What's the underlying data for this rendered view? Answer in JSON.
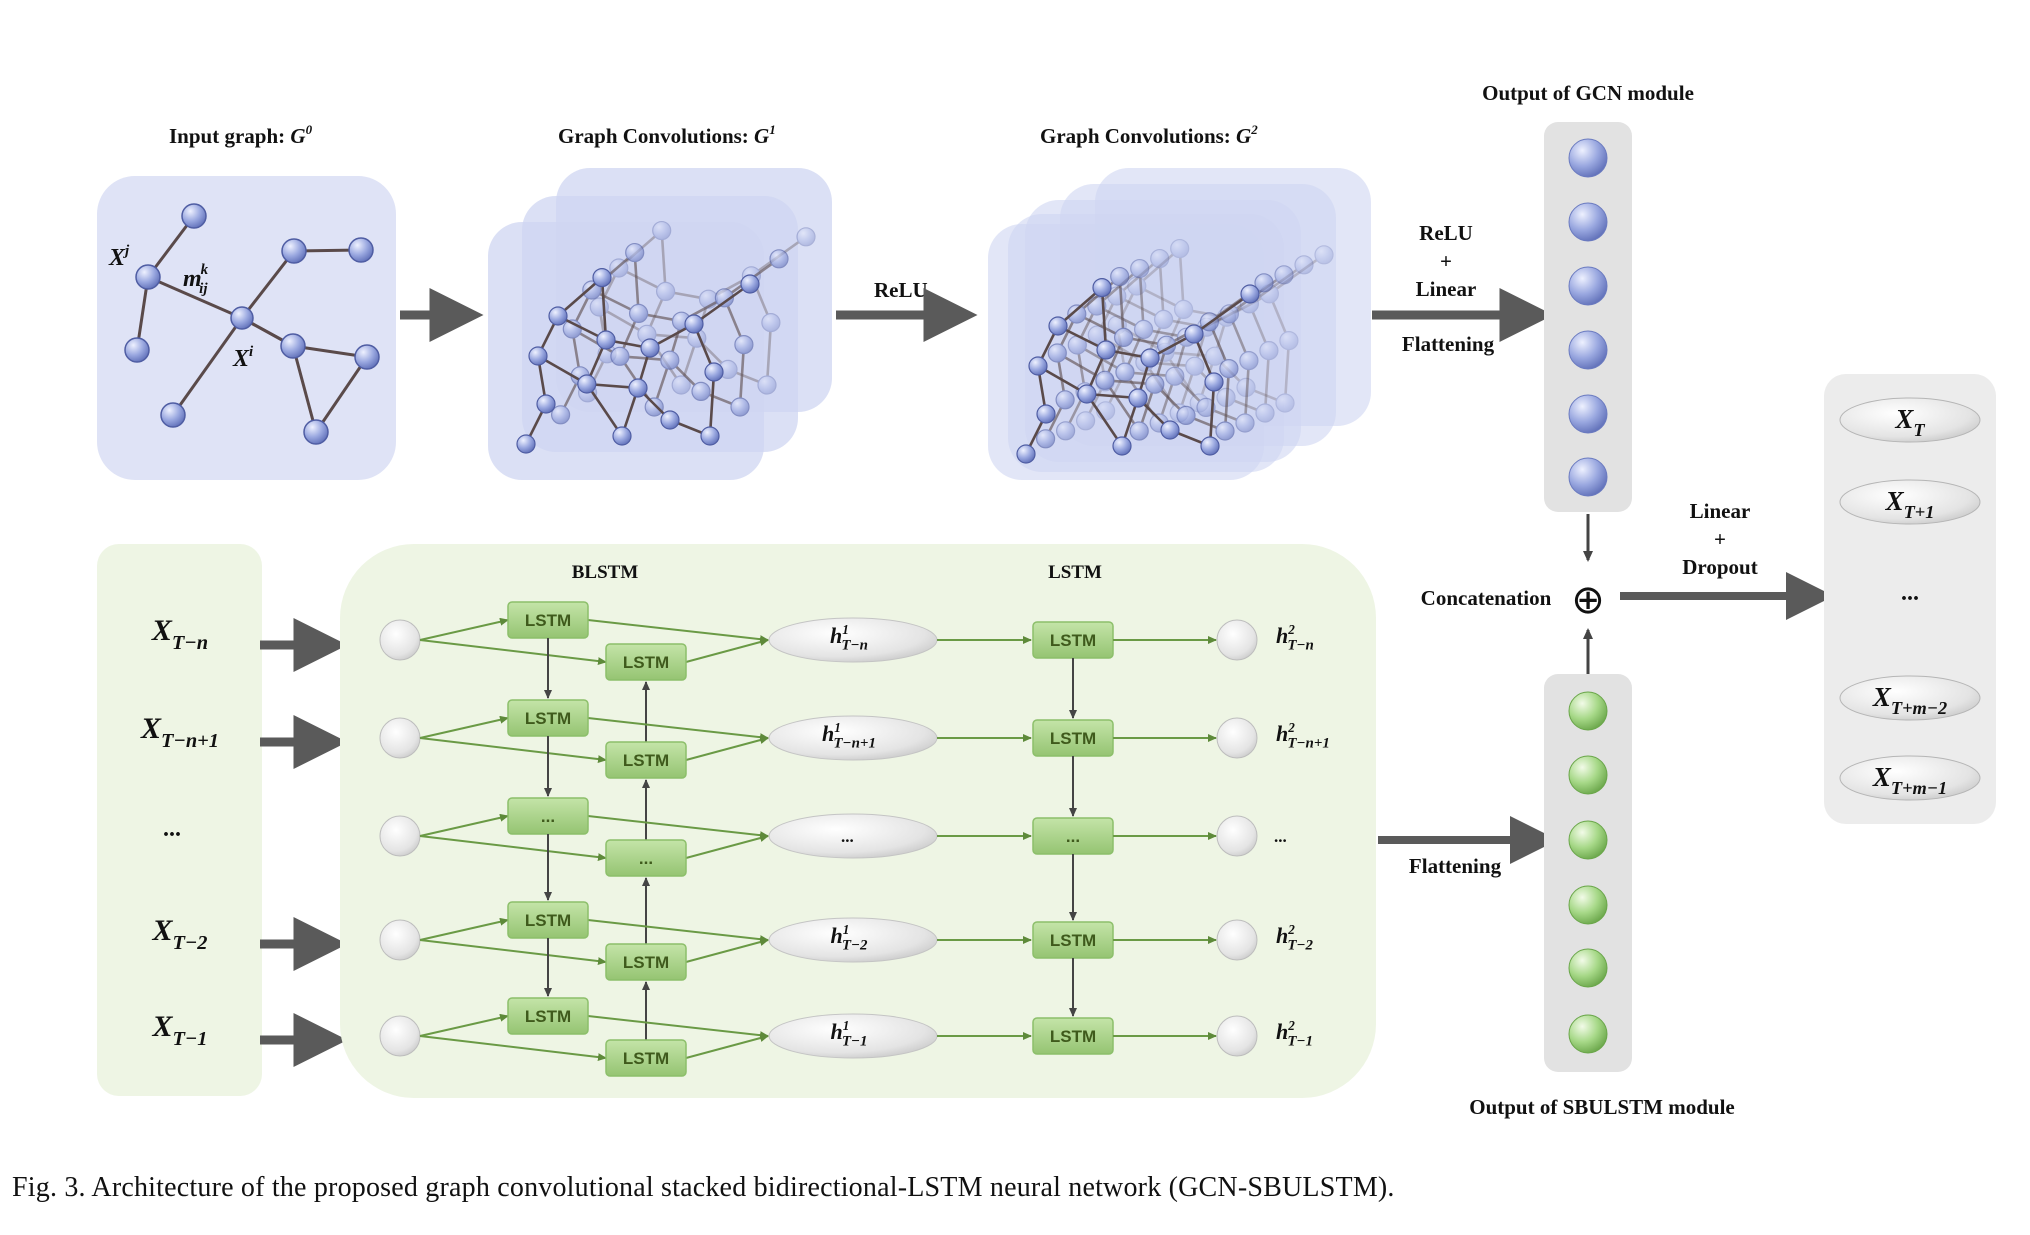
{
  "gcn": {
    "input_title": "Input graph: ",
    "input_title_sym": "G",
    "input_title_sup": "0",
    "conv1_title": "Graph Convolutions: ",
    "conv1_sym": "G",
    "conv1_sup": "1",
    "conv2_title": "Graph Convolutions: ",
    "conv2_sym": "G",
    "conv2_sup": "2",
    "node_j_sym": "X",
    "node_j_sup": "j",
    "node_i_sym": "X",
    "node_i_sup": "i",
    "edge_sym": "m",
    "edge_sup": "k",
    "edge_sub": "ij",
    "relu_label": "ReLU",
    "relu_linear_line1": "ReLU",
    "relu_linear_line2": "+",
    "relu_linear_line3": "Linear",
    "flattening_label": "Flattening",
    "output_title": "Output of GCN module"
  },
  "lstm": {
    "inputs": [
      {
        "sym": "X",
        "sub": "T−n"
      },
      {
        "sym": "X",
        "sub": "T−n+1"
      },
      {
        "sym": "...",
        "sub": ""
      },
      {
        "sym": "X",
        "sub": "T−2"
      },
      {
        "sym": "X",
        "sub": "T−1"
      }
    ],
    "blstm_title": "BLSTM",
    "lstm_title": "LSTM",
    "cell_label": "LSTM",
    "ellipsis": "...",
    "h1": [
      {
        "sym": "h",
        "sup": "1",
        "sub": "T−n"
      },
      {
        "sym": "h",
        "sup": "1",
        "sub": "T−n+1"
      },
      {
        "sym": "...",
        "sup": "",
        "sub": ""
      },
      {
        "sym": "h",
        "sup": "1",
        "sub": "T−2"
      },
      {
        "sym": "h",
        "sup": "1",
        "sub": "T−1"
      }
    ],
    "h2": [
      {
        "sym": "h",
        "sup": "2",
        "sub": "T−n"
      },
      {
        "sym": "h",
        "sup": "2",
        "sub": "T−n+1"
      },
      {
        "sym": "...",
        "sup": "",
        "sub": ""
      },
      {
        "sym": "h",
        "sup": "2",
        "sub": "T−2"
      },
      {
        "sym": "h",
        "sup": "2",
        "sub": "T−1"
      }
    ],
    "flattening_label": "Flattening",
    "output_title": "Output of SBULSTM module"
  },
  "fusion": {
    "concat_label": "Concatenation",
    "concat_symbol": "⊕",
    "linear_line1": "Linear",
    "linear_line2": "+",
    "linear_line3": "Dropout"
  },
  "outputs": [
    {
      "sym": "X",
      "sub": "T"
    },
    {
      "sym": "X",
      "sub": "T+1"
    },
    {
      "sym": "...",
      "sub": ""
    },
    {
      "sym": "X",
      "sub": "T+m−2"
    },
    {
      "sym": "X",
      "sub": "T+m−1"
    }
  ],
  "colors": {
    "gcn_panel": "#dfe3f6",
    "blue_node": "#8c9bd6",
    "edge": "#5a4a4a",
    "lstm_panel": "#eef5e4",
    "lstm_cell": "#a9d38a",
    "green_node": "#9fd27e",
    "arrow": "#5a5a5a",
    "column_panel": "#e4e4e4"
  },
  "caption": "Fig. 3.   Architecture of the proposed graph convolutional stacked bidirectional-LSTM neural network (GCN-SBULSTM)."
}
